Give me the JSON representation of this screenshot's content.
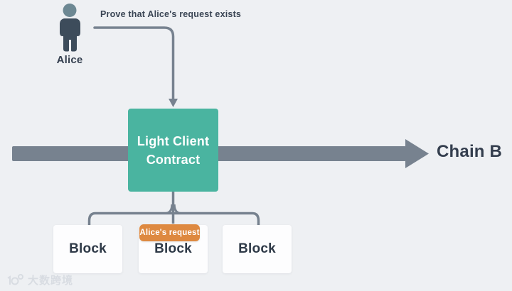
{
  "colors": {
    "background": "#eef0f3",
    "contract_teal": "#4ab4a0",
    "connector_gray": "#77828f",
    "badge_orange": "#de8940",
    "dark_text": "#333e4e",
    "block_background": "#fdfdfe",
    "watermark_gray": "#d8dce2"
  },
  "actor": {
    "label": "Alice"
  },
  "annotation": {
    "text": "Prove that Alice's request exists"
  },
  "contract": {
    "label_line1": "Light Client",
    "label_line2": "Contract"
  },
  "chain": {
    "label": "Chain B"
  },
  "blocks": [
    {
      "label": "Block"
    },
    {
      "label": "Block",
      "badge": "Alice's request"
    },
    {
      "label": "Block"
    }
  ],
  "watermark": {
    "text": "大数跨境"
  }
}
